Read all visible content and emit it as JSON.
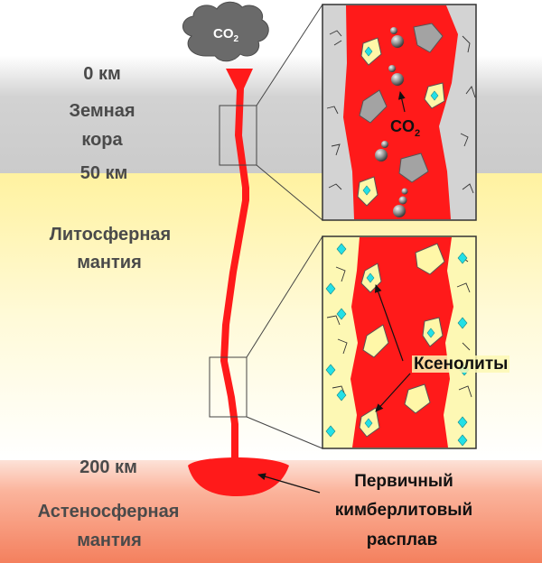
{
  "title": "",
  "labels": {
    "depth_top": "0 км",
    "crust_line1": "Земная",
    "crust_line2": "кора",
    "depth_50": "50 км",
    "lithosphere_line1": "Литосферная",
    "lithosphere_line2": "мантия",
    "depth_200": "200 км",
    "asthenosphere_line1": "Астеносферная",
    "asthenosphere_line2": "мантия",
    "co2_cloud": "CO",
    "co2_panel": "CO",
    "co2_subscript": "2",
    "xenoliths": "Ксенолиты",
    "melt_line1": "Первичный",
    "melt_line2": "кимберлитовый",
    "melt_line3": "расплав"
  },
  "colors": {
    "magma": "#ff1a1a",
    "crust_gray": "#cfcfcf",
    "lithosphere_yellow": "#fdf6b8",
    "asthenosphere_orange": "#f9a080",
    "xenolith_fill": "#fff7a8",
    "crystal_cyan": "#22e0e6",
    "rock_fragment": "#9a9a9a",
    "smoke": "#707070"
  },
  "icons": {
    "smoke": "smoke-cloud-icon",
    "bubble": "gas-bubble-icon",
    "xenolith": "xenolith-fragment-icon",
    "crystal": "diamond-crystal-icon"
  }
}
